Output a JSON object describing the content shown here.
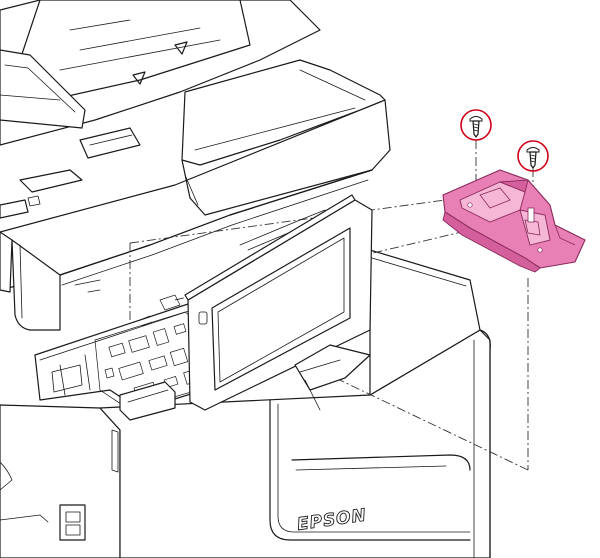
{
  "diagram": {
    "brand_label": "EPSON",
    "highlight_color": "#e87fb5",
    "highlight_edge": "#8a2a5a",
    "callout_color": "#d0021b",
    "line_color": "#1a1a1a",
    "parts": [
      {
        "name": "printer-body",
        "icon": "printer-icon"
      },
      {
        "name": "control-panel-display",
        "icon": "touchscreen-icon"
      },
      {
        "name": "main-circuit-board",
        "icon": "circuit-board-icon"
      },
      {
        "name": "highlighted-bracket-part",
        "icon": "bracket-icon"
      },
      {
        "name": "screw-left",
        "icon": "screw-icon"
      },
      {
        "name": "screw-right",
        "icon": "screw-icon"
      }
    ]
  }
}
